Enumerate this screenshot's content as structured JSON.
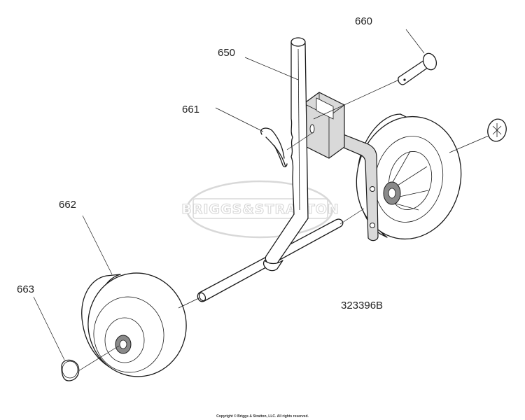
{
  "diagram": {
    "id": "323396B",
    "watermark": "BRIGGS&STRATTON",
    "copyright": "Copyright © Briggs & Stratton, LLC. All rights reserved.",
    "callouts": {
      "p650": "650",
      "p660": "660",
      "p661": "661",
      "p662": "662",
      "p663": "663"
    }
  }
}
